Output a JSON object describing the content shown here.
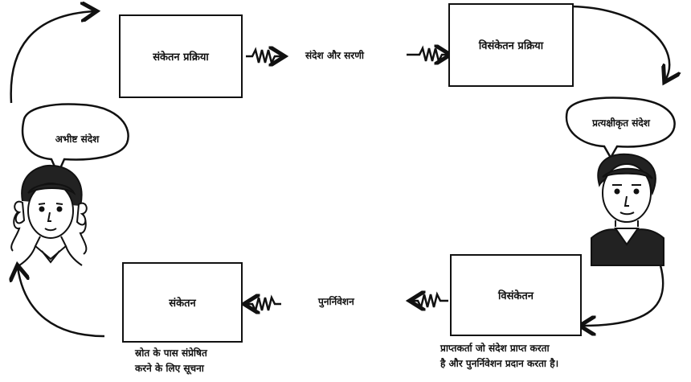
{
  "boxes": {
    "encoding_process": "संकेतन प्रक्रिया",
    "decoding_process": "विसंकेतन प्रक्रिया",
    "encoding": "संकेतन",
    "decoding": "विसंकेतन"
  },
  "channel_label": "संदेश और सरणी",
  "feedback_label": "पुनर्निवेशन",
  "bubbles": {
    "intended_message": "अभीष्ट संदेश",
    "perceived_message": "प्रत्यक्षीकृत संदेश"
  },
  "captions": {
    "source_info": [
      "स्रोत के पास संप्रेषित",
      "करने के लिए सूचना"
    ],
    "receiver_info": [
      "प्राप्तकर्ता जो संदेश प्राप्त करता",
      "है और पुनर्निवेशन प्रदान करता है।"
    ]
  }
}
